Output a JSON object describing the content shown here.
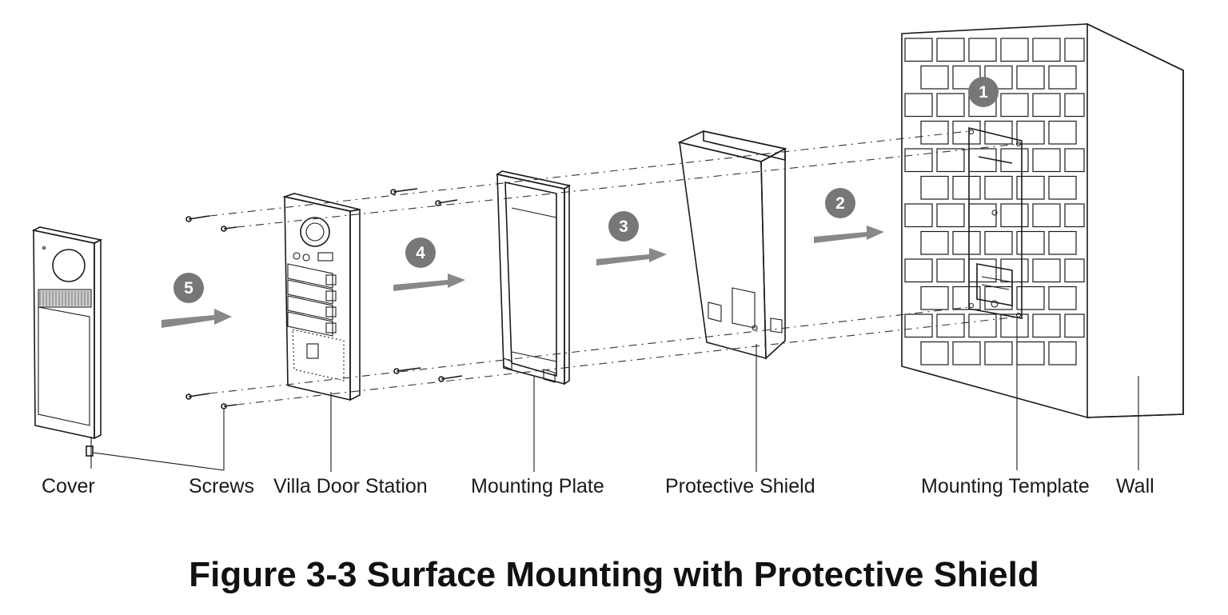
{
  "figure": {
    "title": "Figure 3-3 Surface Mounting with Protective Shield"
  },
  "labels": {
    "cover": "Cover",
    "screws": "Screws",
    "villa_door_station": "Villa Door Station",
    "mounting_plate": "Mounting Plate",
    "protective_shield": "Protective Shield",
    "mounting_template": "Mounting Template",
    "wall": "Wall"
  },
  "steps": [
    "1",
    "2",
    "3",
    "4",
    "5"
  ],
  "colors": {
    "arrow": "#888888",
    "badge": "#777777",
    "line": "#1a1a1a"
  }
}
